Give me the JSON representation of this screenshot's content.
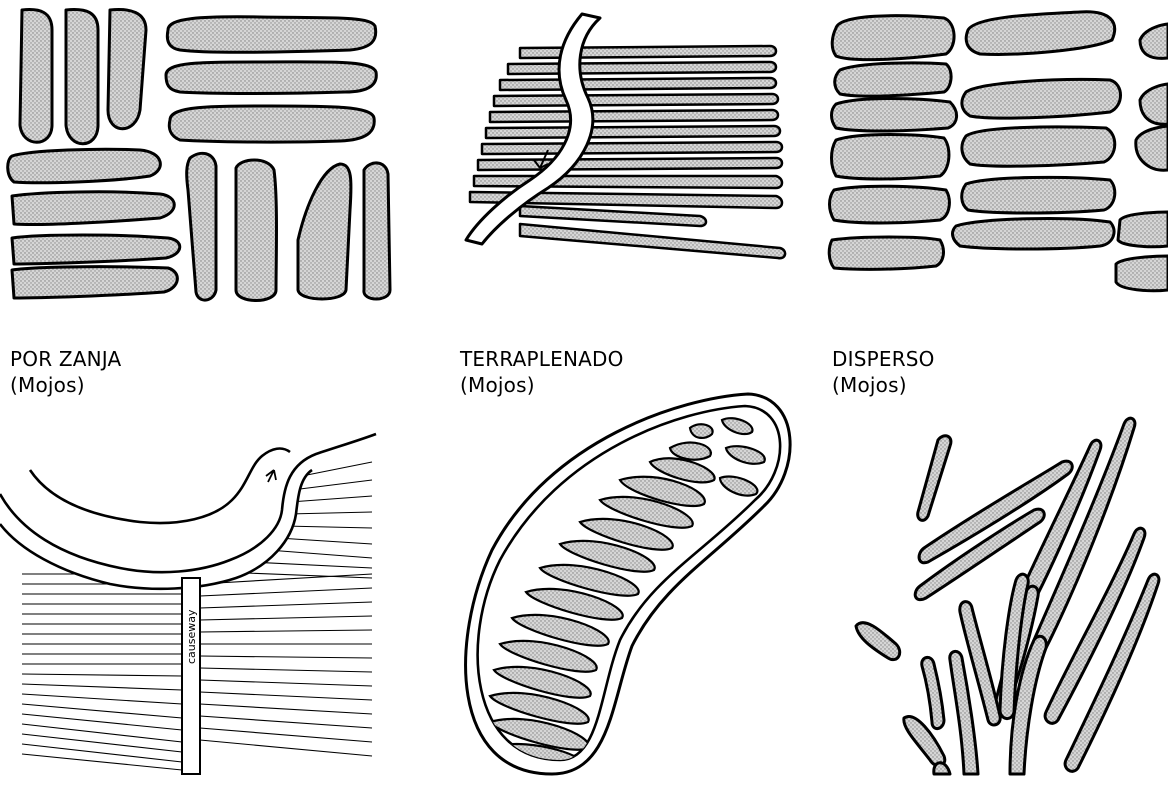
{
  "panels": [
    {
      "title": "POR ZANJA",
      "subtitle": "(Mojos)"
    },
    {
      "title": "TERRAPLENADO",
      "subtitle": "(Mojos)"
    },
    {
      "title": "DISPERSO",
      "subtitle": "(Mojos)"
    }
  ],
  "labels": {
    "causeway": "causeway"
  },
  "colors": {
    "ink": "#000000",
    "fill": "#cfcfcf"
  }
}
